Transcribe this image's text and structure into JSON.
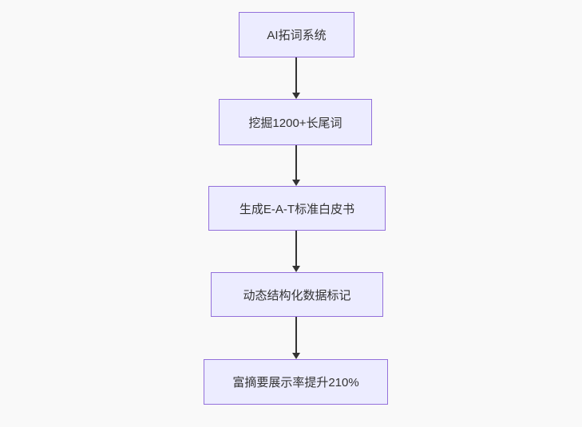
{
  "flowchart": {
    "type": "flowchart",
    "direction": "top-down",
    "nodes": [
      {
        "label": "AI拓词系统"
      },
      {
        "label": "挖掘1200+长尾词"
      },
      {
        "label": "生成E-A-T标准白皮书"
      },
      {
        "label": "动态结构化数据标记"
      },
      {
        "label": "富摘要展示率提升210%"
      }
    ],
    "edges": [
      {
        "from": 0,
        "to": 1
      },
      {
        "from": 1,
        "to": 2
      },
      {
        "from": 2,
        "to": 3
      },
      {
        "from": 3,
        "to": 4
      }
    ],
    "colors": {
      "node_fill": "#ececff",
      "node_border": "#9370db",
      "node_text": "#333333",
      "arrow": "#333333",
      "background": "#f9f9f9"
    }
  }
}
